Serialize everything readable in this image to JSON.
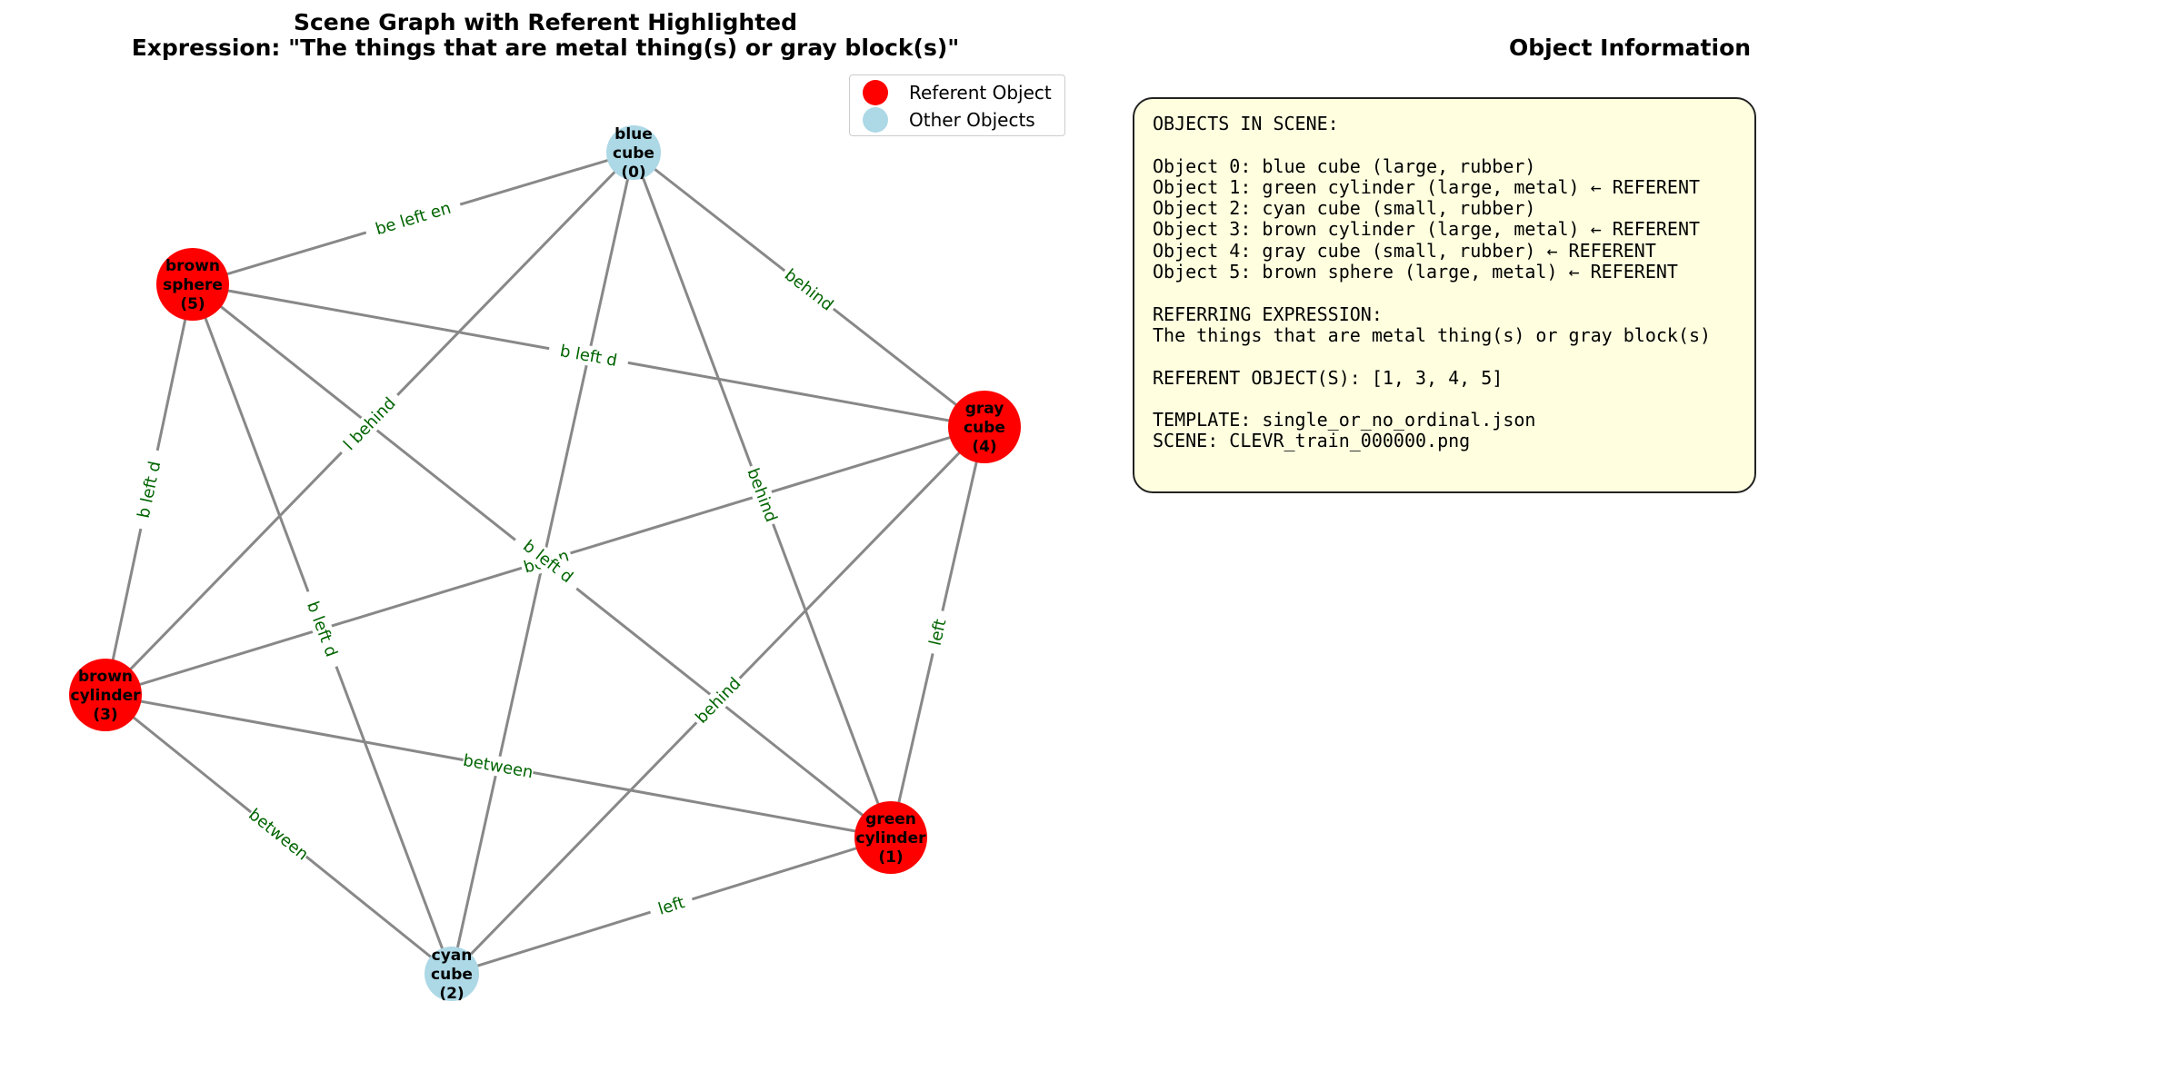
{
  "figure": {
    "title_line1": "Scene Graph with Referent Highlighted",
    "title_line2": "Expression: \"The things that are metal thing(s) or gray block(s)\"",
    "info_title": "Object Information"
  },
  "colors": {
    "referent": "#ff0000",
    "other": "#add8e6",
    "edge": "#888888",
    "edge_label": "#006400",
    "info_box_bg": "#ffffe0"
  },
  "legend": {
    "items": [
      {
        "label": "Referent Object",
        "color": "#ff0000"
      },
      {
        "label": "Other Objects",
        "color": "#add8e6"
      }
    ]
  },
  "chart_data": {
    "type": "graph",
    "nodes": [
      {
        "id": 0,
        "label": "blue\ncube\n(0)",
        "referent": false
      },
      {
        "id": 1,
        "label": "green\ncylinder\n(1)",
        "referent": true
      },
      {
        "id": 2,
        "label": "cyan\ncube\n(2)",
        "referent": false
      },
      {
        "id": 3,
        "label": "brown\ncylinder\n(3)",
        "referent": true
      },
      {
        "id": 4,
        "label": "gray\ncube\n(4)",
        "referent": true
      },
      {
        "id": 5,
        "label": "brown\nsphere\n(5)",
        "referent": true
      }
    ],
    "edges": [
      {
        "source": 5,
        "target": 0,
        "label": "be left en"
      },
      {
        "source": 0,
        "target": 4,
        "label": "behind"
      },
      {
        "source": 5,
        "target": 4,
        "label": "b left d"
      },
      {
        "source": 3,
        "target": 0,
        "label": "l behind"
      },
      {
        "source": 5,
        "target": 3,
        "label": "b left d"
      },
      {
        "source": 0,
        "target": 1,
        "label": "behind"
      },
      {
        "source": 0,
        "target": 2,
        "label": ""
      },
      {
        "source": 5,
        "target": 2,
        "label": "b left d"
      },
      {
        "source": 5,
        "target": 1,
        "label": ""
      },
      {
        "source": 3,
        "target": 4,
        "label": ""
      },
      {
        "source": 4,
        "target": 2,
        "label": "behind"
      },
      {
        "source": 4,
        "target": 1,
        "label": "left"
      },
      {
        "source": 3,
        "target": 1,
        "label": "between"
      },
      {
        "source": 3,
        "target": 2,
        "label": "between"
      },
      {
        "source": 2,
        "target": 1,
        "label": "left"
      }
    ],
    "center_overlap_labels": [
      "be en",
      "b left d"
    ]
  },
  "info": {
    "lines": [
      "OBJECTS IN SCENE:",
      "",
      "Object 0: blue cube (large, rubber)",
      "Object 1: green cylinder (large, metal) ← REFERENT",
      "Object 2: cyan cube (small, rubber)",
      "Object 3: brown cylinder (large, metal) ← REFERENT",
      "Object 4: gray cube (small, rubber) ← REFERENT",
      "Object 5: brown sphere (large, metal) ← REFERENT",
      "",
      "REFERRING EXPRESSION:",
      "The things that are metal thing(s) or gray block(s)",
      "",
      "REFERENT OBJECT(S): [1, 3, 4, 5]",
      "",
      "TEMPLATE: single_or_no_ordinal.json",
      "SCENE: CLEVR_train_000000.png"
    ]
  }
}
